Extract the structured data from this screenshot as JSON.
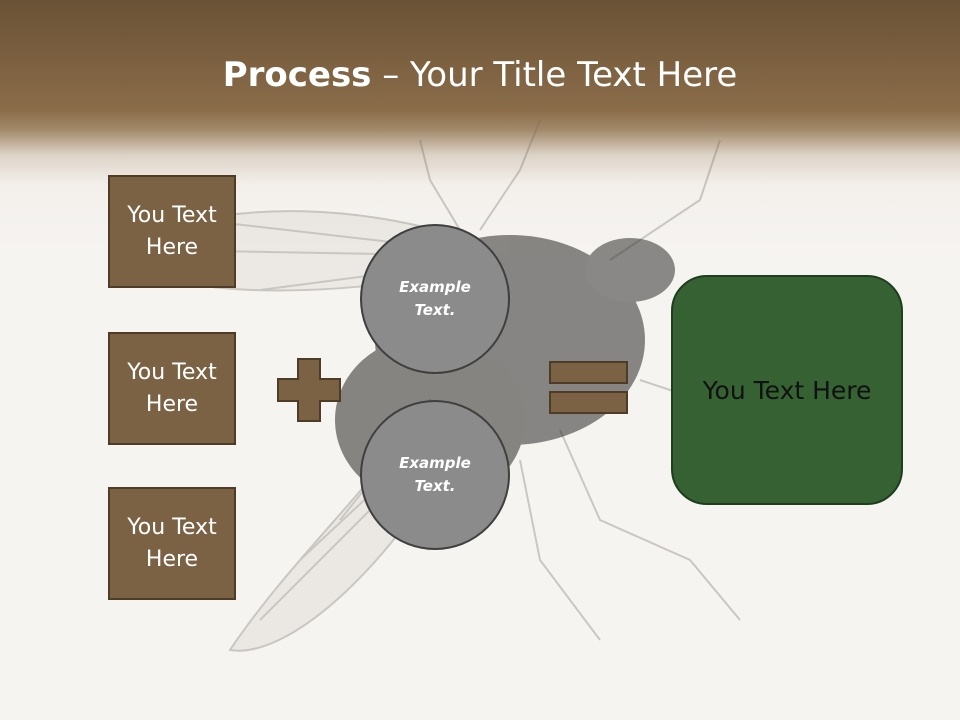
{
  "title": {
    "bold": "Process",
    "rest": " – Your Title Text Here"
  },
  "left_boxes": [
    {
      "line1": "You Text",
      "line2": "Here"
    },
    {
      "line1": "You Text",
      "line2": "Here"
    },
    {
      "line1": "You Text",
      "line2": "Here"
    }
  ],
  "circles": [
    {
      "line1": "Example",
      "line2": "Text."
    },
    {
      "line1": "Example",
      "line2": "Text."
    }
  ],
  "result": {
    "text": "You Text Here"
  },
  "colors": {
    "header_brown": "#8a6c49",
    "box_brown": "#7c6244",
    "circle_gray": "#8b8b8b",
    "result_green": "#356133"
  },
  "icons": {
    "plus": "plus-icon",
    "equals": "equals-icon"
  }
}
